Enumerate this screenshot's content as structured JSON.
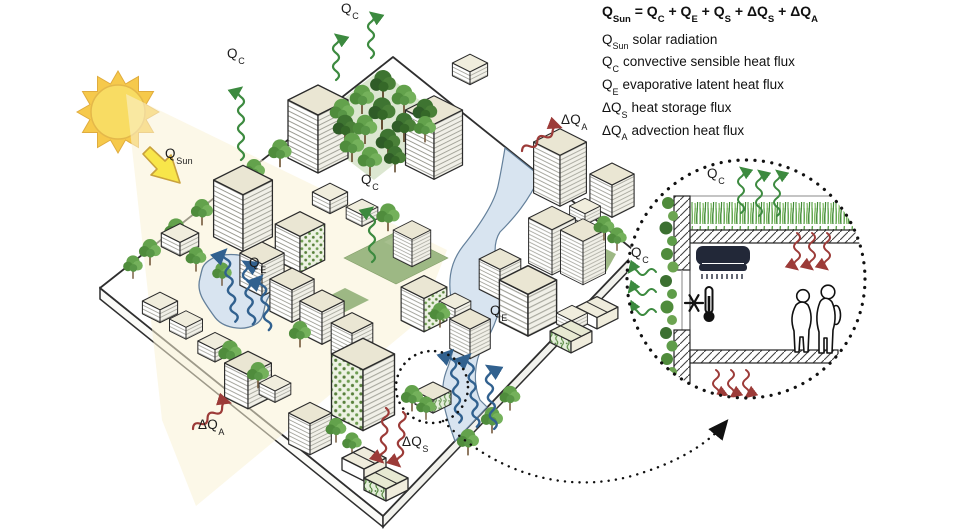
{
  "figure": {
    "legend": {
      "equation": {
        "parts": [
          {
            "t": "Q",
            "s": "Sun"
          },
          {
            "t": " = Q",
            "s": "C"
          },
          {
            "t": " + Q",
            "s": "E"
          },
          {
            "t": " + Q",
            "s": "S"
          },
          {
            "t": " + ΔQ",
            "s": "S"
          },
          {
            "t": " + ΔQ",
            "s": "A"
          }
        ]
      },
      "items": [
        {
          "sym": "Q",
          "sub": "Sun",
          "desc": "solar radiation"
        },
        {
          "sym": "Q",
          "sub": "C",
          "desc": "convective sensible heat flux"
        },
        {
          "sym": "Q",
          "sub": "E",
          "desc": "evaporative latent heat flux"
        },
        {
          "sym": "ΔQ",
          "sub": "S",
          "desc": "heat storage flux"
        },
        {
          "sym": "ΔQ",
          "sub": "A",
          "desc": "advection heat flux"
        }
      ]
    },
    "map_labels": {
      "qc_top": {
        "m": "Q",
        "s": "C"
      },
      "qc_left": {
        "m": "Q",
        "s": "C"
      },
      "qsun": {
        "m": "Q",
        "s": "Sun"
      },
      "qc_mid": {
        "m": "Q",
        "s": "C"
      },
      "dqa_right": {
        "m": "ΔQ",
        "s": "A"
      },
      "qe_pond": {
        "m": "Q",
        "s": "E"
      },
      "qe_river": {
        "m": "Q",
        "s": "E"
      },
      "dqs": {
        "m": "ΔQ",
        "s": "S"
      },
      "dqa_left": {
        "m": "ΔQ",
        "s": "A"
      }
    },
    "inset_labels": {
      "qc_roof": {
        "m": "Q",
        "s": "C"
      },
      "qc_wall": {
        "m": "Q",
        "s": "C"
      }
    },
    "colors": {
      "convective_green": "#3C8A3F",
      "evaporative_blue": "#31618F",
      "storage_advection_red": "#9C3B38",
      "sun_yellow": "#F6C94B",
      "park_green": "#9DB884",
      "water_blue": "#D8E4F0"
    }
  }
}
